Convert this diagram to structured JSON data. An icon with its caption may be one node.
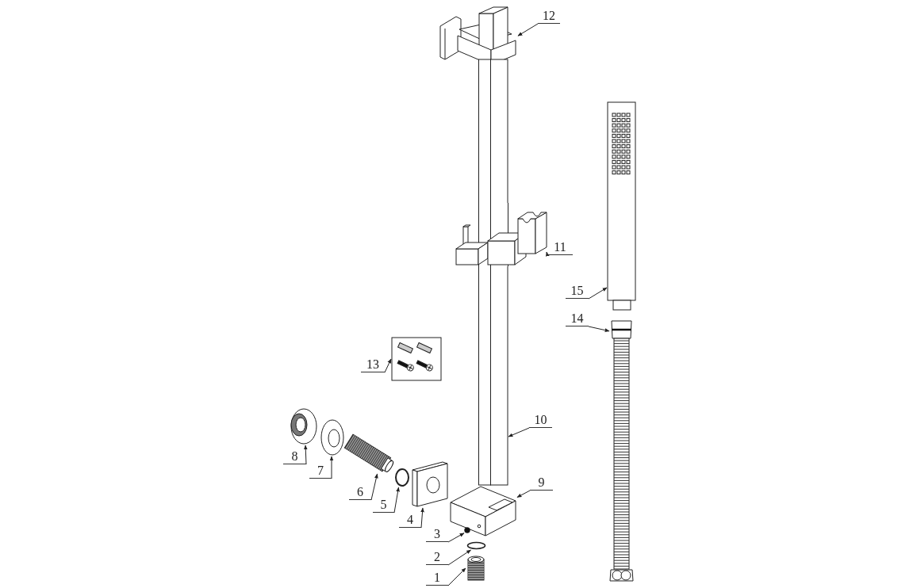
{
  "diagram": {
    "nodes": [
      {
        "text": [
          "12"
        ]
      },
      {
        "text": [
          "11"
        ]
      },
      {
        "text": [
          "15"
        ]
      },
      {
        "text": [
          "14"
        ]
      },
      {
        "text": [
          "13"
        ]
      },
      {
        "text": [
          "10"
        ]
      },
      {
        "text": [
          "8"
        ]
      },
      {
        "text": [
          "7"
        ]
      },
      {
        "text": [
          "9"
        ]
      },
      {
        "text": [
          "6"
        ]
      },
      {
        "text": [
          "5"
        ]
      },
      {
        "text": [
          "4"
        ]
      },
      {
        "text": [
          "3"
        ]
      },
      {
        "text": [
          "2"
        ]
      },
      {
        "text": [
          "1"
        ]
      },
      {
        "text": [],
        "shape": "picture"
      },
      {
        "text": [],
        "shape": "bar"
      },
      {
        "text": [],
        "shape": "picture"
      },
      {
        "text": [],
        "shape": "picture"
      },
      {
        "text": [],
        "shape": "picture"
      },
      {
        "text": [],
        "shape": "picture"
      },
      {
        "text": [],
        "shape": "picture"
      },
      {
        "text": [],
        "shape": "picture"
      },
      {
        "text": [],
        "shape": "picture"
      },
      {
        "text": [],
        "shape": "circle"
      },
      {
        "text": [],
        "shape": "picture"
      },
      {
        "text": [],
        "shape": "picture"
      },
      {
        "text": [],
        "shape": "circle"
      },
      {
        "text": [],
        "shape": "circle"
      },
      {
        "text": [],
        "shape": "picture"
      }
    ],
    "edges": [
      {
        "from": 0,
        "to": 15,
        "arrow": "to"
      },
      {
        "from": 1,
        "to": 18,
        "arrow": "to"
      },
      {
        "from": 2,
        "to": 17,
        "arrow": "to"
      },
      {
        "from": 3,
        "to": 19,
        "arrow": "to"
      },
      {
        "from": 4,
        "to": 20,
        "arrow": "to"
      },
      {
        "from": 5,
        "to": 16,
        "arrow": "to"
      },
      {
        "from": 6,
        "to": 21,
        "arrow": "to"
      },
      {
        "from": 7,
        "to": 22,
        "arrow": "to"
      },
      {
        "from": 8,
        "to": 26,
        "arrow": "to"
      },
      {
        "from": 9,
        "to": 23,
        "arrow": "to"
      },
      {
        "from": 10,
        "to": 24,
        "arrow": "to"
      },
      {
        "from": 11,
        "to": 25,
        "arrow": "to"
      },
      {
        "from": 12,
        "to": 27,
        "arrow": "to"
      },
      {
        "from": 13,
        "to": 28,
        "arrow": "to"
      },
      {
        "from": 14,
        "to": 29,
        "arrow": "to"
      }
    ]
  }
}
